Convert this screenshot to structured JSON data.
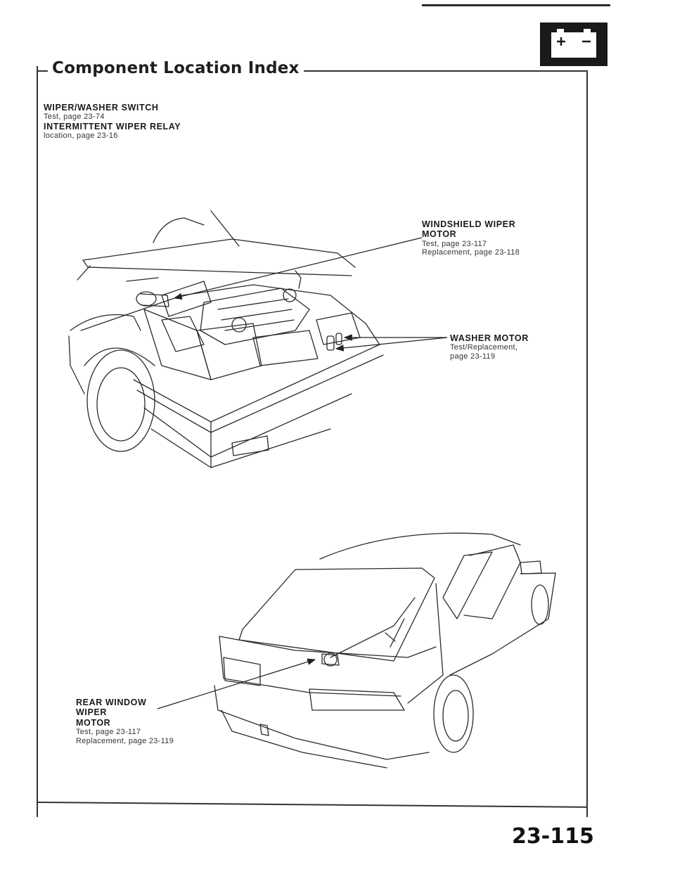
{
  "page": {
    "title": "Component Location Index",
    "page_number": "23-115"
  },
  "battery_icon": {
    "icon": "battery-icon",
    "label": "+ -"
  },
  "labels": {
    "wiper_washer_switch": {
      "title": "WIPER/WASHER SWITCH",
      "ref": "Test, page 23-74"
    },
    "intermittent_wiper_relay": {
      "title": "INTERMITTENT WIPER RELAY",
      "ref": "location, page 23-16"
    },
    "windshield_wiper_motor": {
      "title_line1": "WINDSHIELD WIPER",
      "title_line2": "MOTOR",
      "ref1": "Test, page 23-117",
      "ref2": "Replacement, page 23-118"
    },
    "washer_motor": {
      "title": "WASHER MOTOR",
      "ref1": "Test/Replacement,",
      "ref2": "page 23-119"
    },
    "rear_window_wiper_motor": {
      "title_line1": "REAR WINDOW",
      "title_line2": "WIPER",
      "title_line3": "MOTOR",
      "ref1": "Test, page 23-117",
      "ref2": "Replacement, page 23-119"
    }
  },
  "illustrations": {
    "front": "car-front-engine-bay-illustration",
    "rear": "car-rear-view-illustration"
  }
}
